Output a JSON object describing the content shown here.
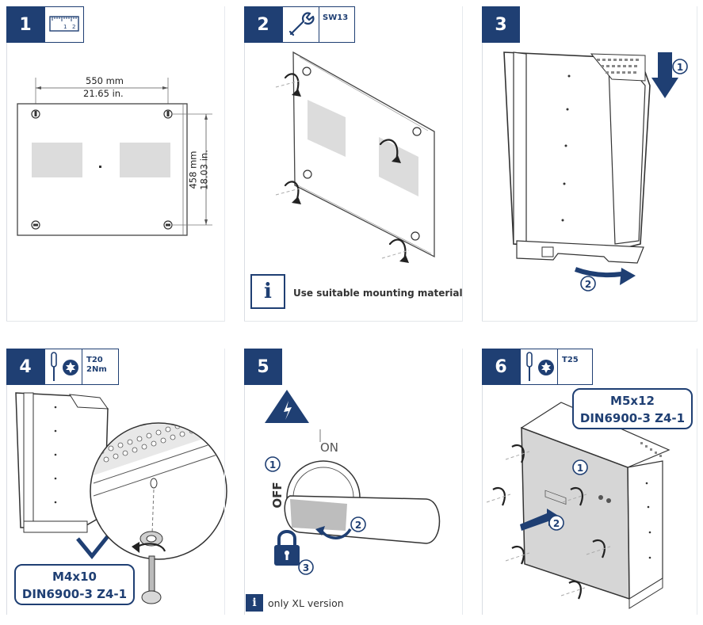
{
  "steps": [
    {
      "number": "1"
    },
    {
      "number": "2",
      "tool": "SW13"
    },
    {
      "number": "3"
    },
    {
      "number": "4",
      "tool_line1": "T20",
      "tool_line2": "2Nm"
    },
    {
      "number": "5"
    },
    {
      "number": "6",
      "tool": "T25"
    }
  ],
  "ruler_marks": [
    "1",
    "2"
  ],
  "dimensions": {
    "width_mm": "550 mm",
    "width_in": "21.65 in.",
    "height_mm": "458 mm",
    "height_in": "18.03 in."
  },
  "info_icon": "i",
  "mounting_note": "Use suitable mounting material",
  "callouts": [
    "1",
    "2",
    "3"
  ],
  "screw_step4": {
    "line1": "M4x10",
    "line2": "DIN6900-3 Z4-1"
  },
  "screw_step6": {
    "line1": "M5x12",
    "line2": "DIN6900-3 Z4-1"
  },
  "switch": {
    "on_label": "ON",
    "off_label": "OFF"
  },
  "xl_note": "only XL version",
  "icons": [
    "ruler-icon",
    "wrench-icon",
    "screwdriver-icon",
    "torx-icon",
    "high-voltage-warning-icon",
    "padlock-icon",
    "info-icon"
  ],
  "colors": {
    "accent": "#1f3f73",
    "device": "#ffffff",
    "cutout": "#dcdcdc"
  }
}
